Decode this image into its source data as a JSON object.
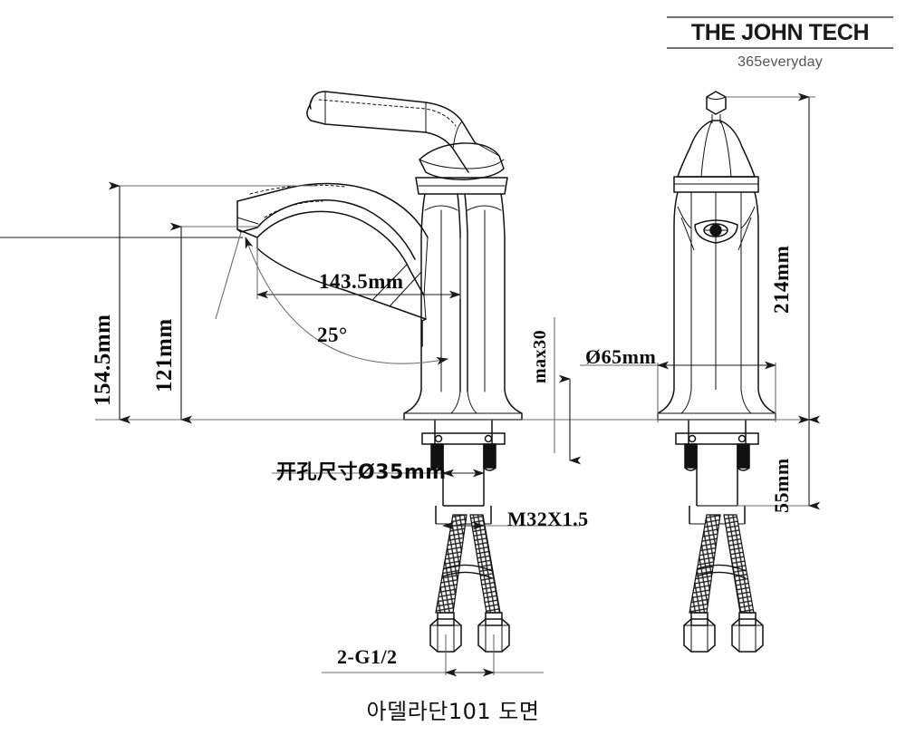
{
  "logo": {
    "brand": "THE JOHN TECH",
    "tagline": "365everyday"
  },
  "caption": "아델라단101 도면",
  "drawing": {
    "title": "Faucet technical dimension drawing",
    "views": [
      "side-view",
      "front-view"
    ],
    "line_color": "#111111",
    "dimension_color": "#555555"
  },
  "dimensions": {
    "overall_height": "154.5mm",
    "spout_height": "121mm",
    "spout_reach": "143.5mm",
    "spout_angle": "25°",
    "counter_thickness": "max30",
    "base_diameter": "Ø65mm",
    "front_total_height": "214mm",
    "under_counter": "55mm",
    "hole_size": "开孔尺寸Ø35mm",
    "thread_main": "M32X1.5",
    "thread_hoses": "2-G1/2"
  }
}
